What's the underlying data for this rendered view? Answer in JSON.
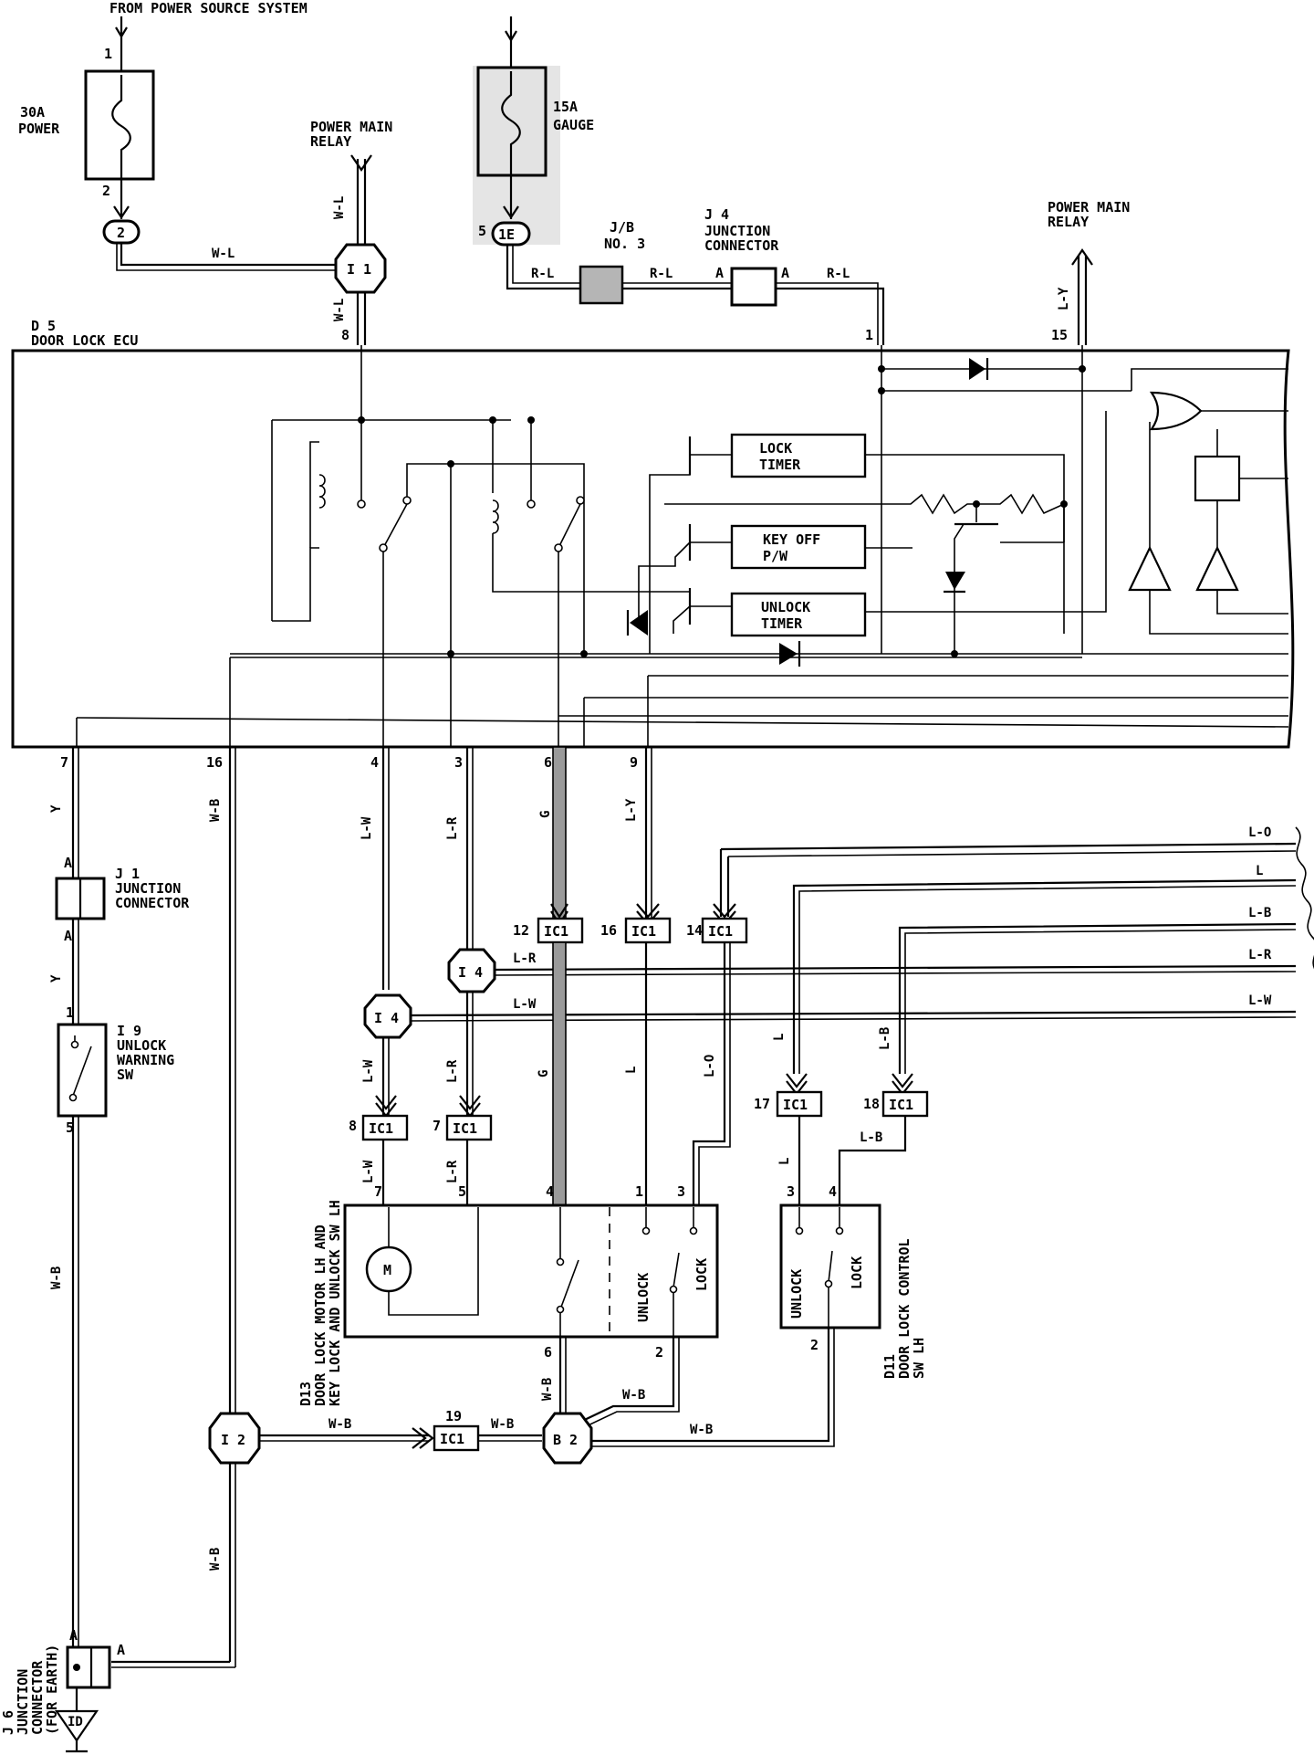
{
  "header": {
    "source": "FROM POWER SOURCE SYSTEM"
  },
  "fuses": {
    "power": {
      "amps": "30A",
      "name": "POWER",
      "pin_in": "1",
      "pin_out": "2",
      "connector": "2"
    },
    "gauge": {
      "amps": "15A",
      "name": "GAUGE",
      "pin": "5",
      "connector": "1E"
    }
  },
  "relays": {
    "left": "POWER MAIN RELAY",
    "right": "POWER MAIN RELAY"
  },
  "junction_box": {
    "line1": "J/B",
    "line2": "NO. 3"
  },
  "j4": {
    "id": "J 4",
    "line1": "JUNCTION",
    "line2": "CONNECTOR",
    "pin_a": "A",
    "pin_b": "A"
  },
  "i1": {
    "id": "I 1"
  },
  "ecu": {
    "id": "D 5",
    "name": "DOOR LOCK ECU",
    "lock_timer": [
      "LOCK",
      "TIMER"
    ],
    "key_off": [
      "KEY OFF",
      "P/W"
    ],
    "unlock_timer": [
      "UNLOCK",
      "TIMER"
    ],
    "pins": {
      "p1": "1",
      "p15": "15",
      "p8": "8",
      "p7": "7",
      "p16": "16",
      "p4": "4",
      "p3": "3",
      "p6": "6",
      "p9": "9"
    }
  },
  "wires": {
    "wl": "W-L",
    "rl": "R-L",
    "ly": "L-Y",
    "y": "Y",
    "wb": "W-B",
    "lw": "L-W",
    "lr": "L-R",
    "g": "G",
    "l": "L",
    "lo": "L-O",
    "lb": "L-B"
  },
  "j1": {
    "id": "J 1",
    "line1": "JUNCTION",
    "line2": "CONNECTOR",
    "pin": "A",
    "pin2": "A"
  },
  "i9": {
    "id": "I 9",
    "line1": "UNLOCK",
    "line2": "WARNING",
    "line3": "SW",
    "pin_top": "1",
    "pin_bot": "5"
  },
  "ic1": {
    "label": "IC1",
    "p12": "12",
    "p16": "16",
    "p14": "14",
    "p8": "8",
    "p7": "7",
    "p17": "17",
    "p18": "18",
    "p19": "19"
  },
  "i4": {
    "id": "I 4"
  },
  "i2": {
    "id": "I 2"
  },
  "b2": {
    "id": "B 2"
  },
  "d13": {
    "id": "D13",
    "line1": "DOOR LOCK MOTOR LH AND",
    "line2": "KEY LOCK AND UNLOCK SW LH",
    "motor": "M",
    "unlock": "UNLOCK",
    "lock": "LOCK",
    "pins": {
      "p7": "7",
      "p5": "5",
      "p4": "4",
      "p1": "1",
      "p3": "3",
      "p6": "6",
      "p2": "2"
    }
  },
  "d11": {
    "id": "D11",
    "line1": "DOOR LOCK CONTROL",
    "line2": "SW LH",
    "unlock": "UNLOCK",
    "lock": "LOCK",
    "pins": {
      "p3": "3",
      "p4": "4",
      "p2": "2"
    }
  },
  "j6": {
    "id": "J 6",
    "line1": "JUNCTION",
    "line2": "CONNECTOR",
    "line3": "(FOR EARTH)",
    "pin_a": "A",
    "pin_b": "A",
    "earth": "ID"
  }
}
